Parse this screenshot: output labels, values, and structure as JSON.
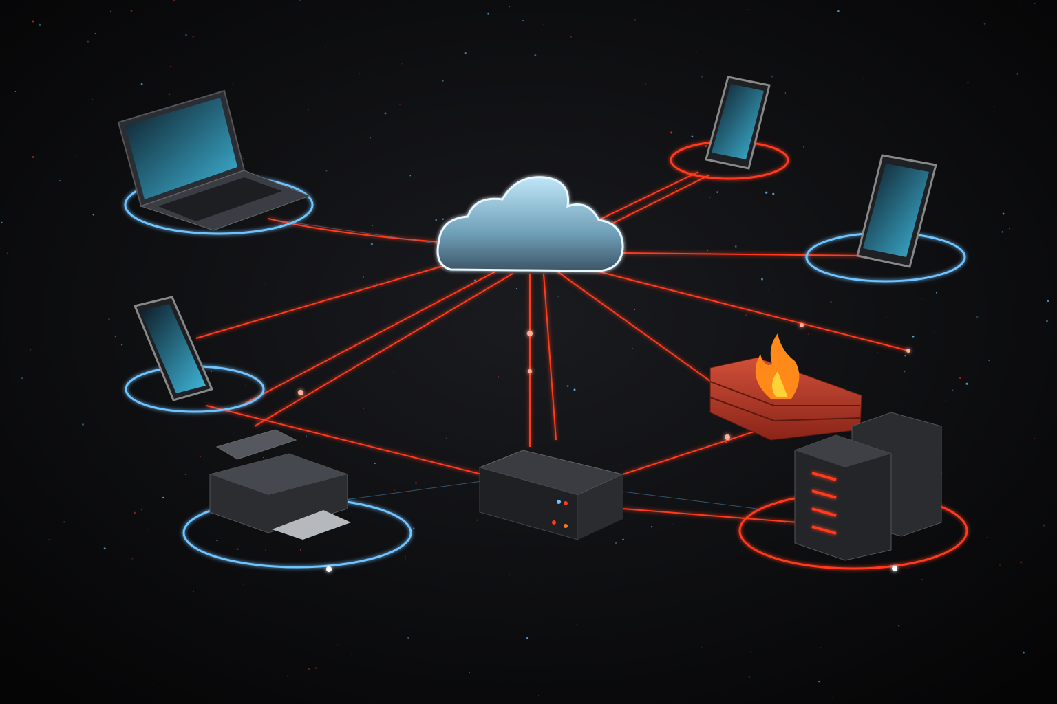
{
  "scene": {
    "background": "#07080a",
    "link_color": "#ff3a1f",
    "ring_blue": "#6fc4ff",
    "ring_red": "#ff3a1f",
    "screen_color": "#3fb8dc"
  },
  "nodes": [
    {
      "id": "cloud",
      "icon": "cloud-icon"
    },
    {
      "id": "laptop",
      "icon": "laptop-icon",
      "ring": "blue"
    },
    {
      "id": "phone-top",
      "icon": "smartphone-icon",
      "ring": "red"
    },
    {
      "id": "phone-right",
      "icon": "smartphone-icon",
      "ring": "blue-red"
    },
    {
      "id": "phone-left",
      "icon": "smartphone-icon",
      "ring": "blue-red"
    },
    {
      "id": "printer",
      "icon": "printer-icon",
      "ring": "blue"
    },
    {
      "id": "router",
      "icon": "network-switch-icon"
    },
    {
      "id": "firewall",
      "icon": "firewall-icon"
    },
    {
      "id": "servers",
      "icon": "server-rack-icon",
      "ring": "red-blue"
    }
  ]
}
